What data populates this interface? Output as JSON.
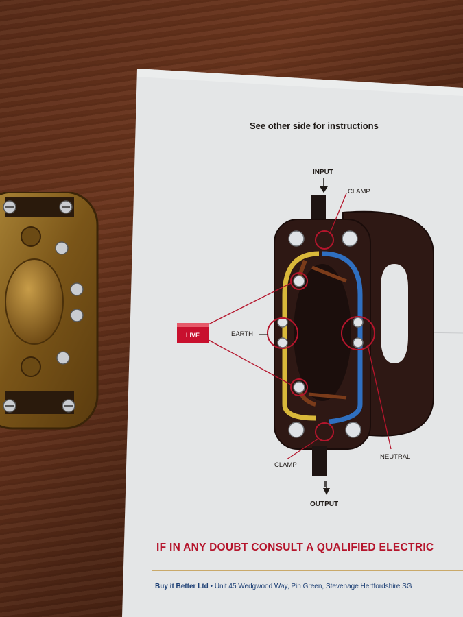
{
  "sheet": {
    "heading": "See other side for instructions",
    "warning": "IF IN ANY DOUBT CONSULT A QUALIFIED ELECTRIC",
    "company_name": "Buy it Better Ltd",
    "company_address": " • Unit 45 Wedgwood Way, Pin Green, Stevenage Hertfordshire SG"
  },
  "diagram": {
    "input_label": "INPUT",
    "output_label": "OUTPUT",
    "clamp_top_label": "CLAMP",
    "clamp_bottom_label": "CLAMP",
    "live_label": "LIVE",
    "earth_label": "EARTH",
    "neutral_label": "NEUTRAL"
  },
  "colors": {
    "wood": "#5a2c18",
    "paper": "#e4e6e7",
    "live_red": "#c8102e",
    "warning_red": "#b5152c",
    "company_blue": "#1c3f74",
    "brass": "#8a6320",
    "switch_body": "#3a1e16",
    "wire_blue": "#2f6fc0",
    "wire_yellow": "#d9b83a",
    "wire_brown": "#7a3b1a"
  }
}
